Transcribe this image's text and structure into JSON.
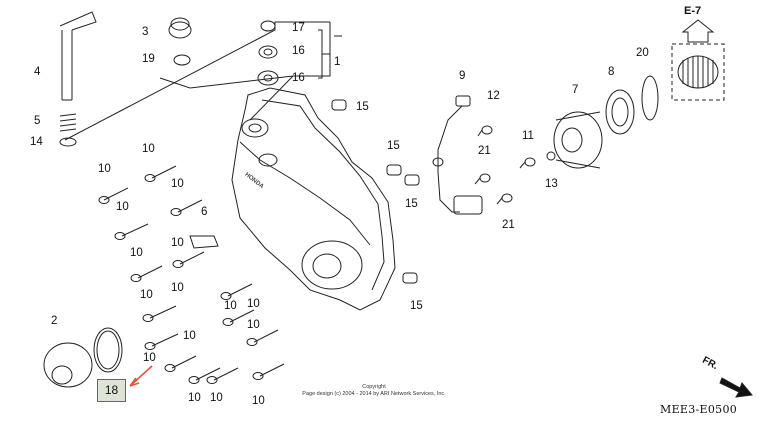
{
  "parts": {
    "p1": "1",
    "p2": "2",
    "p3": "3",
    "p4": "4",
    "p5": "5",
    "p6": "6",
    "p7": "7",
    "p8": "8",
    "p9": "9",
    "p10": "10",
    "p11": "11",
    "p12": "12",
    "p13": "13",
    "p14": "14",
    "p15": "15",
    "p16": "16",
    "p17": "17",
    "p18": "18",
    "p19": "19",
    "p20": "20",
    "p21": "21"
  },
  "ref_label": "E-7",
  "front_label": "FR.",
  "diagram_code": "MEE3-E0500",
  "copyright": {
    "line1": "Copyright",
    "line2": "Page design (c) 2004 - 2014 by ARI Network Services, Inc."
  },
  "cover_logo": "HONDA",
  "colors": {
    "line": "#222222",
    "highlight_box": "#dde3d5",
    "arrow": "#e5533d"
  }
}
